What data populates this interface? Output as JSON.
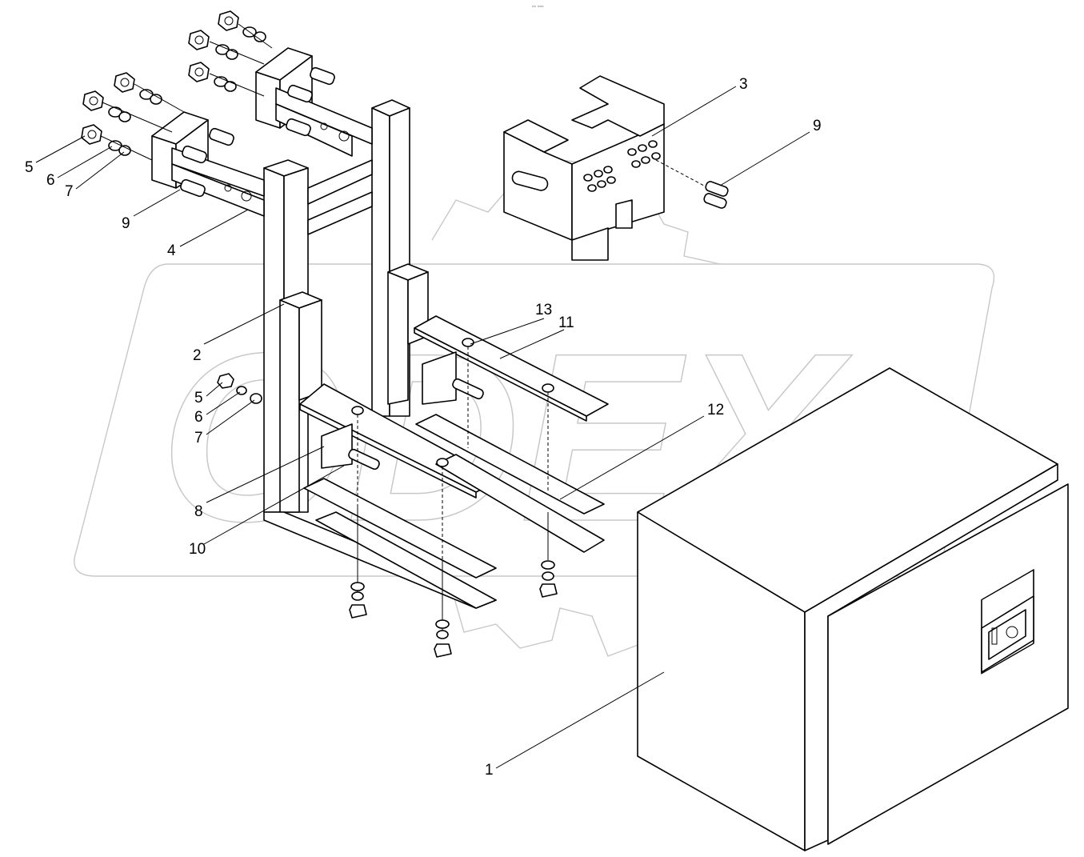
{
  "watermark": {
    "text": "ODEX"
  },
  "header_mark": "ᵒᵇ ᵇᵇᵇ",
  "callouts": {
    "c1": "1",
    "c2": "2",
    "c3": "3",
    "c4": "4",
    "c5a": "5",
    "c6a": "6",
    "c7a": "7",
    "c5b": "5",
    "c6b": "6",
    "c7b": "7",
    "c8": "8",
    "c9a": "9",
    "c9b": "9",
    "c10": "10",
    "c11": "11",
    "c12": "12",
    "c13": "13"
  }
}
